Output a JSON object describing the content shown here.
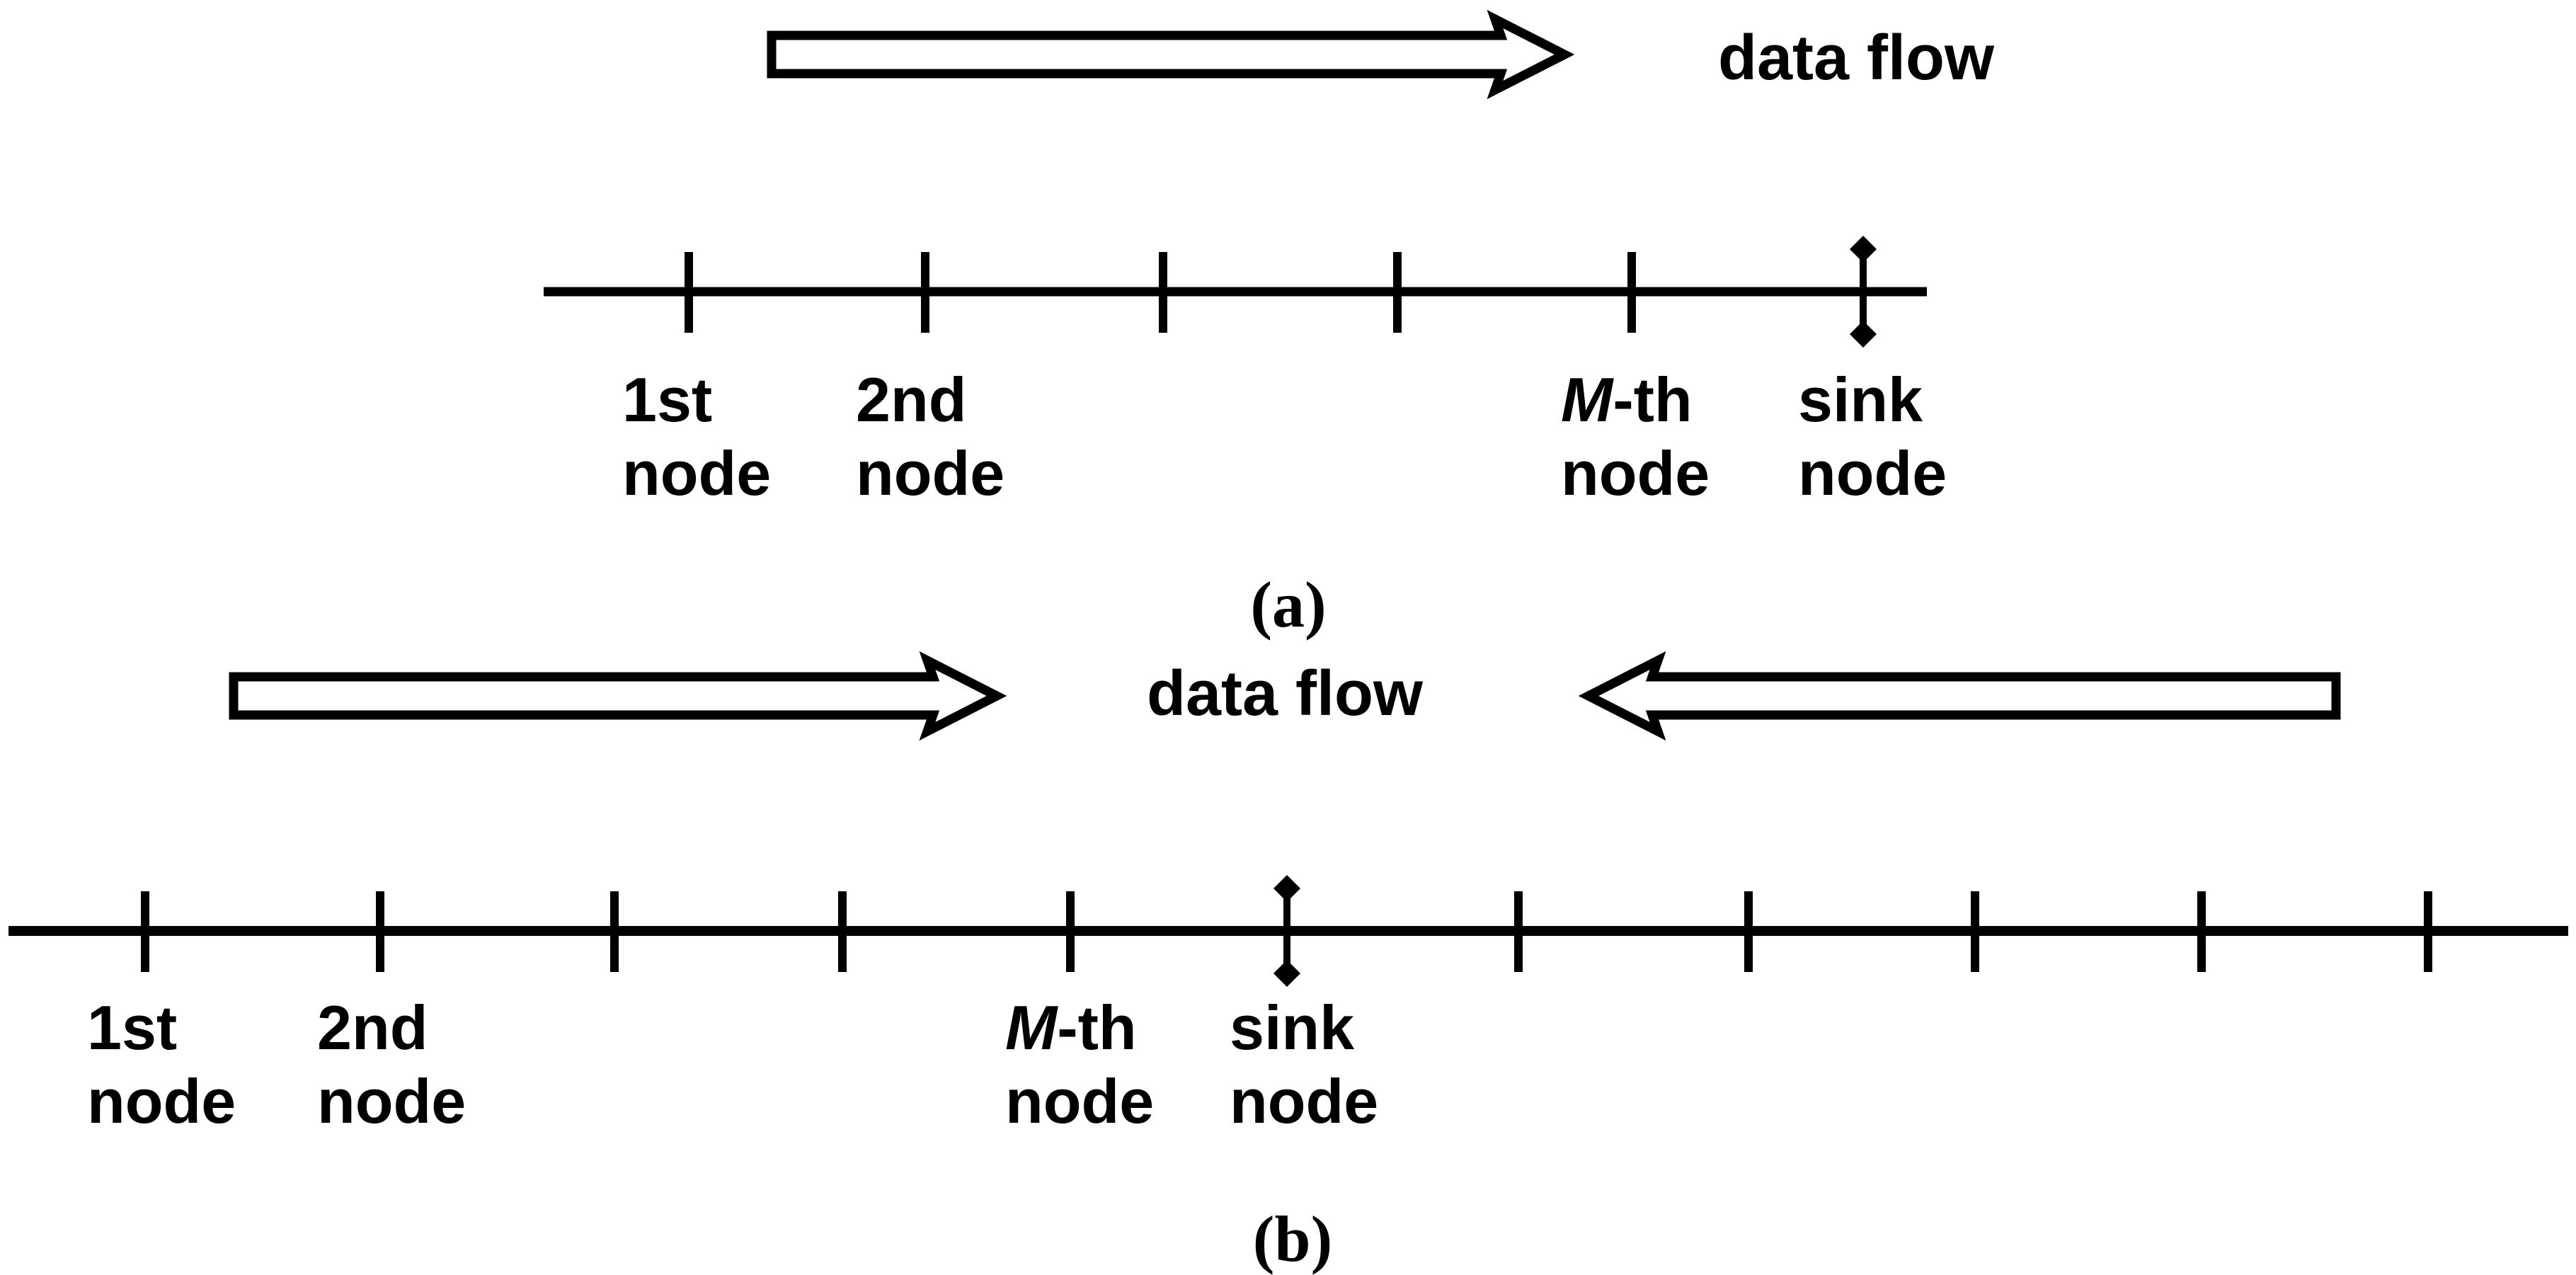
{
  "colors": {
    "background": "#ffffff",
    "ink": "#000000"
  },
  "panel_a": {
    "flow_label": "data flow",
    "caption": "(a)",
    "plain_tick_count": 5,
    "sink_tick_count": 1,
    "node_labels": [
      {
        "em": "",
        "rest": "1st",
        "line2": "node"
      },
      {
        "em": "",
        "rest": "2nd",
        "line2": "node"
      },
      {
        "em": "M",
        "rest": "-th",
        "line2": "node"
      },
      {
        "em": "",
        "rest": "sink",
        "line2": "node"
      }
    ]
  },
  "panel_b": {
    "flow_label": "data flow",
    "caption": "(b)",
    "plain_tick_count": 10,
    "sink_tick_count": 1,
    "node_labels": [
      {
        "em": "",
        "rest": "1st",
        "line2": "node"
      },
      {
        "em": "",
        "rest": "2nd",
        "line2": "node"
      },
      {
        "em": "M",
        "rest": "-th",
        "line2": "node"
      },
      {
        "em": "",
        "rest": "sink",
        "line2": "node"
      }
    ]
  }
}
